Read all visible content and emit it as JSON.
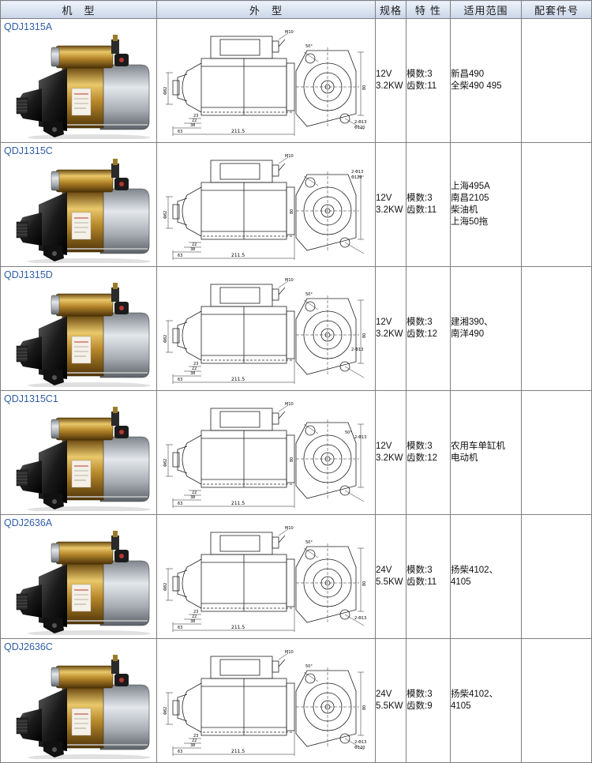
{
  "headers": {
    "model": "机　型",
    "appearance": "外　型",
    "spec": "规格",
    "features": "特 性",
    "application": "适用范围",
    "parts": "配套件号"
  },
  "rows": [
    {
      "model": "QDJ1315A",
      "voltage": "12V",
      "power": "3.2KW",
      "modulus": "模数:3",
      "teeth": "齿数:11",
      "applications": [
        "新昌490",
        "全柴490 495"
      ],
      "part_no": ""
    },
    {
      "model": "QDJ1315C",
      "voltage": "12V",
      "power": "3.2KW",
      "modulus": "模数:3",
      "teeth": "齿数:11",
      "applications": [
        "上海495A",
        "南昌2105",
        "柴油机",
        "上海50拖"
      ],
      "part_no": ""
    },
    {
      "model": "QDJ1315D",
      "voltage": "12V",
      "power": "3.2KW",
      "modulus": "模数:3",
      "teeth": "齿数:12",
      "applications": [
        "建湘390、",
        "南洋490"
      ],
      "part_no": ""
    },
    {
      "model": "QDJ1315C1",
      "voltage": "12V",
      "power": "3.2KW",
      "modulus": "模数:3",
      "teeth": "齿数:12",
      "applications": [
        "农用车单缸机",
        "电动机"
      ],
      "part_no": ""
    },
    {
      "model": "QDJ2636A",
      "voltage": "24V",
      "power": "5.5KW",
      "modulus": "模数:3",
      "teeth": "齿数:11",
      "applications": [
        "扬柴4102、",
        "4105"
      ],
      "part_no": ""
    },
    {
      "model": "QDJ2636C",
      "voltage": "24V",
      "power": "5.5KW",
      "modulus": "模数:3",
      "teeth": "齿数:9",
      "applications": [
        "扬柴4102、",
        "4105"
      ],
      "part_no": ""
    }
  ],
  "drawing_labels": {
    "dims": [
      "211.5",
      "63",
      "38",
      "22",
      "23",
      "M10",
      "Φ82",
      "2-Φ13",
      "Φ120",
      "50°",
      "80"
    ]
  },
  "colors": {
    "header_bg": "#c9d5e8",
    "model_text": "#2f5da8",
    "grid": "#7f7f7f"
  }
}
